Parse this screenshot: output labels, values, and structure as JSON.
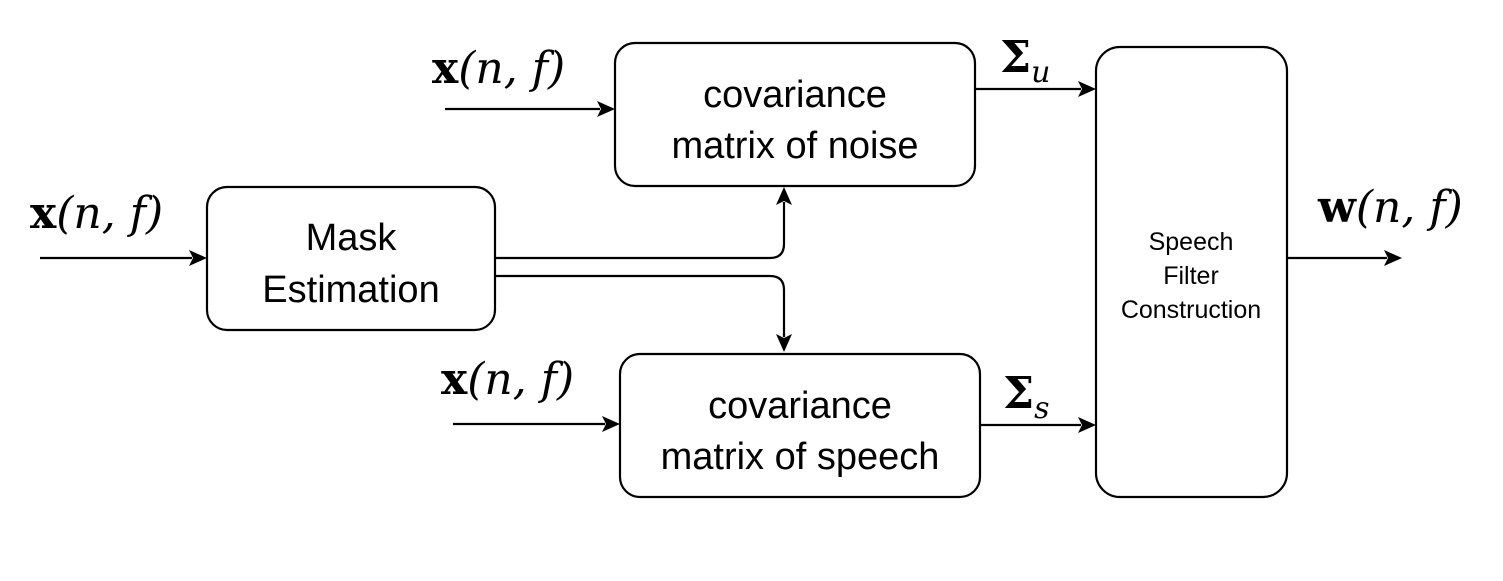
{
  "nodes": {
    "mask": {
      "line1": "Mask",
      "line2": "Estimation"
    },
    "noise_cov": {
      "line1": "covariance",
      "line2": "matrix of noise"
    },
    "speech_cov": {
      "line1": "covariance",
      "line2": "matrix of speech"
    },
    "filter": {
      "line1": "Speech",
      "line2": "Filter",
      "line3": "Construction"
    }
  },
  "labels": {
    "input_mask": {
      "bold": "x",
      "rest": "(n, f)"
    },
    "input_noise": {
      "bold": "x",
      "rest": "(n, f)"
    },
    "input_speech": {
      "bold": "x",
      "rest": "(n, f)"
    },
    "sigma_u": {
      "bold": "Σ",
      "sub": "u"
    },
    "sigma_s": {
      "bold": "Σ",
      "sub": "s"
    },
    "output": {
      "bold": "w",
      "rest": "(n, f)"
    }
  }
}
